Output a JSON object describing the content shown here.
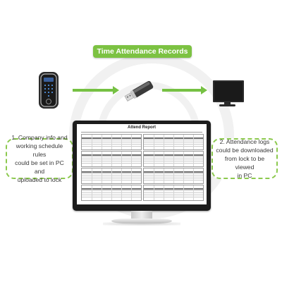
{
  "title": "Time Attendance Records",
  "note_left": {
    "lines": [
      "1. Company info and",
      "working schedule rules",
      "could be set in PC and",
      "uploaded to lock"
    ]
  },
  "note_right": {
    "lines": [
      "2. Attendance logs",
      "could be downloaded",
      "from lock to be viewed",
      "in PC"
    ]
  },
  "report": {
    "title": "Attend Report"
  },
  "colors": {
    "accent_green": "#7cc242",
    "arrow_green": "#76c143",
    "note_border": "#8cc94e",
    "text": "#3a3a3a"
  },
  "icons": {
    "lock": "smart-lock-icon",
    "usb": "usb-drive-icon",
    "pc": "desktop-monitor-icon"
  }
}
